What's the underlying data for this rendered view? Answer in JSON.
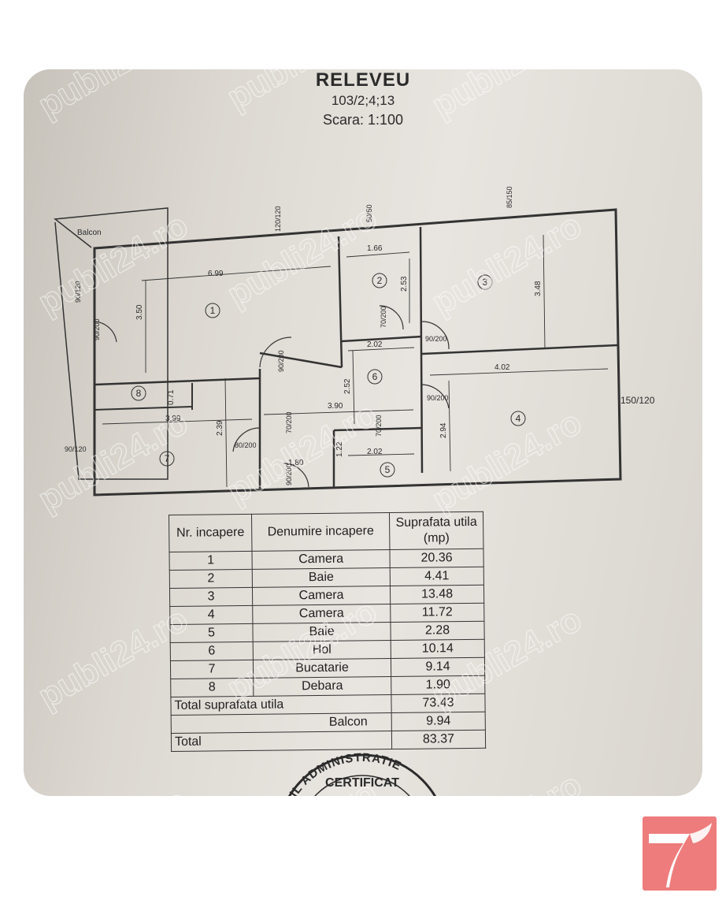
{
  "header": {
    "title": "RELEVEU",
    "code": "103/2;4;13",
    "scale": "Scara: 1:100"
  },
  "plan": {
    "balcony_label": "Balcon",
    "room_numbers": [
      "1",
      "2",
      "3",
      "4",
      "5",
      "6",
      "7",
      "8"
    ],
    "dimensions": [
      "6.99",
      "3.50",
      "1.66",
      "2.53",
      "3.48",
      "2.02",
      "2.52",
      "4.02",
      "3.90",
      "0.71",
      "3.99",
      "2.39",
      "2.94",
      "1.22",
      "2.02",
      "1.80"
    ],
    "openings": [
      "90/120",
      "90/200",
      "90/200",
      "70/200",
      "90/200",
      "90/200",
      "90/120",
      "80/200",
      "70/200",
      "90/200",
      "150/120",
      "85/150",
      "70/200",
      "50/50",
      "120/120"
    ]
  },
  "table": {
    "headers": {
      "nr": "Nr. incapere",
      "name": "Denumire incapere",
      "area": "Suprafata utila (mp)"
    },
    "rows": [
      {
        "nr": "1",
        "name": "Camera",
        "area": "20.36"
      },
      {
        "nr": "2",
        "name": "Baie",
        "area": "4.41"
      },
      {
        "nr": "3",
        "name": "Camera",
        "area": "13.48"
      },
      {
        "nr": "4",
        "name": "Camera",
        "area": "11.72"
      },
      {
        "nr": "5",
        "name": "Baie",
        "area": "2.28"
      },
      {
        "nr": "6",
        "name": "Hol",
        "area": "10.14"
      },
      {
        "nr": "7",
        "name": "Bucatarie",
        "area": "9.14"
      },
      {
        "nr": "8",
        "name": "Debara",
        "area": "1.90"
      }
    ],
    "total_useful_label": "Total suprafata utila",
    "total_useful": "73.43",
    "balcony_label": "Balcon",
    "balcony": "9.94",
    "total_label": "Total",
    "total": "83.37"
  },
  "stamp": {
    "ring_text": "IL ADMINISTRATIE",
    "center_text": "CERTIFICAT"
  },
  "watermark": {
    "text": "publi24.ro"
  },
  "colors": {
    "paper": "#e3e0da",
    "ink": "#2b2b2b",
    "logo": "#ee7c7c"
  }
}
